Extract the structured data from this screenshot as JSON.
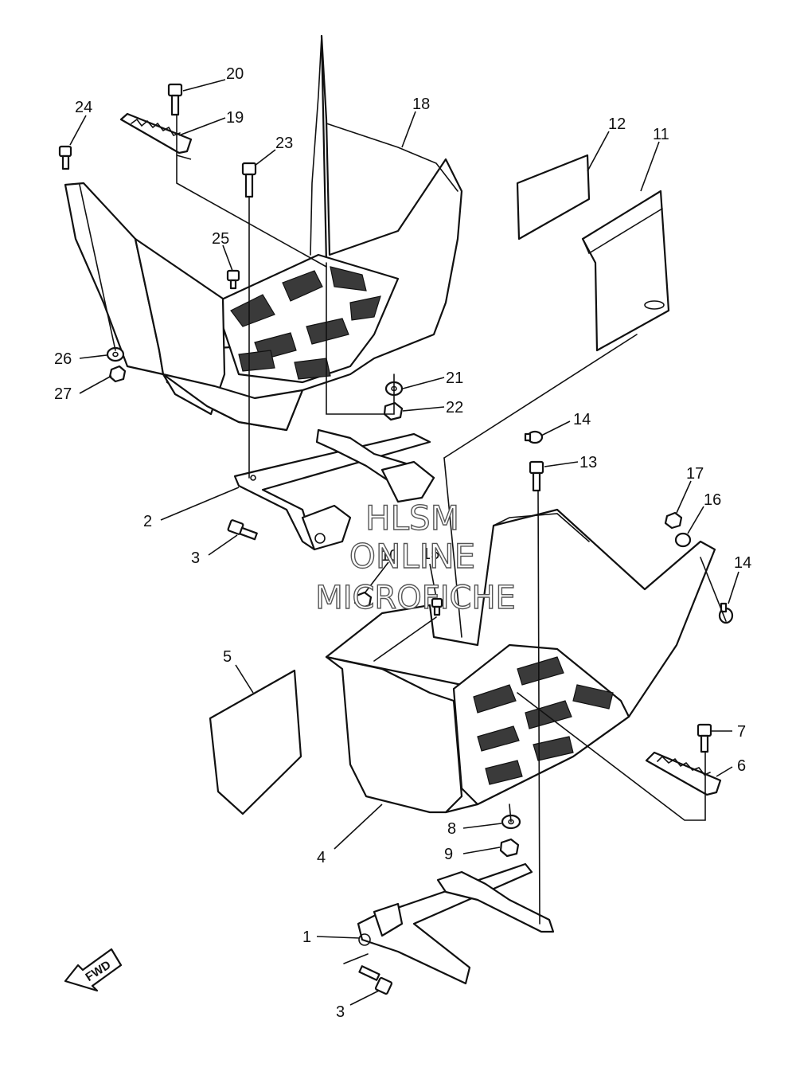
{
  "watermark": {
    "line1": "HLSM",
    "line2": "ONLINE",
    "line3": "MICROFICHE"
  },
  "fwd_label": "FWD",
  "callouts": [
    "20",
    "19",
    "24",
    "23",
    "18",
    "12",
    "11",
    "25",
    "26",
    "27",
    "21",
    "22",
    "14",
    "13",
    "17",
    "16",
    "14",
    "2",
    "3",
    "10",
    "15",
    "5",
    "7",
    "6",
    "8",
    "9",
    "4",
    "1",
    "3"
  ]
}
